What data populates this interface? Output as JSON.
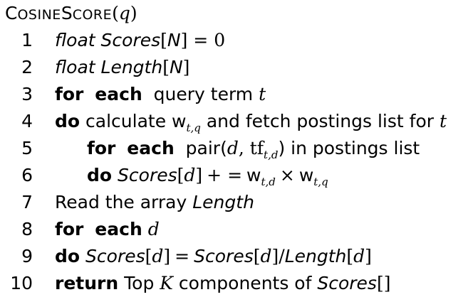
{
  "algorithm": {
    "title": {
      "name_first": "C",
      "name_rest_1": "OSINE",
      "name_mid": "S",
      "name_rest_2": "CORE",
      "open": "(",
      "arg": "q",
      "close": ")"
    },
    "lines": [
      {
        "num": "1",
        "text": [
          "float",
          "Scores",
          "[",
          "N",
          "] = 0"
        ]
      },
      {
        "num": "2",
        "text": [
          "float",
          "Length",
          "[",
          "N",
          "]"
        ]
      },
      {
        "num": "3",
        "kw1": "for",
        "kw2": "each",
        "rest": "query term",
        "var": "t"
      },
      {
        "num": "4",
        "kw": "do",
        "pre": "calculate",
        "w": "w",
        "sub": "t,q",
        "post": "and fetch postings list for",
        "var": "t"
      },
      {
        "num": "5",
        "kw1": "for",
        "kw2": "each",
        "pre": "pair(",
        "d": "d",
        "mid": ", tf",
        "sub": "t,d",
        "post": ") in postings list"
      },
      {
        "num": "6",
        "kw": "do",
        "scores": "Scores",
        "d": "d",
        "op": "+ =",
        "w1": "w",
        "sub1": "t,d",
        "times": "×",
        "w2": "w",
        "sub2": "t,q"
      },
      {
        "num": "7",
        "pre": "Read the array",
        "arr": "Length"
      },
      {
        "num": "8",
        "kw1": "for",
        "kw2": "each",
        "var": "d"
      },
      {
        "num": "9",
        "kw": "do",
        "scores1": "Scores",
        "d1": "d",
        "eq": "=",
        "scores2": "Scores",
        "d2": "d",
        "slash": "/",
        "length": "Length",
        "d3": "d"
      },
      {
        "num": "10",
        "kw": "return",
        "pre": "Top",
        "k": "K",
        "mid": "components of",
        "scores": "Scores",
        "brackets": "[]"
      }
    ]
  }
}
